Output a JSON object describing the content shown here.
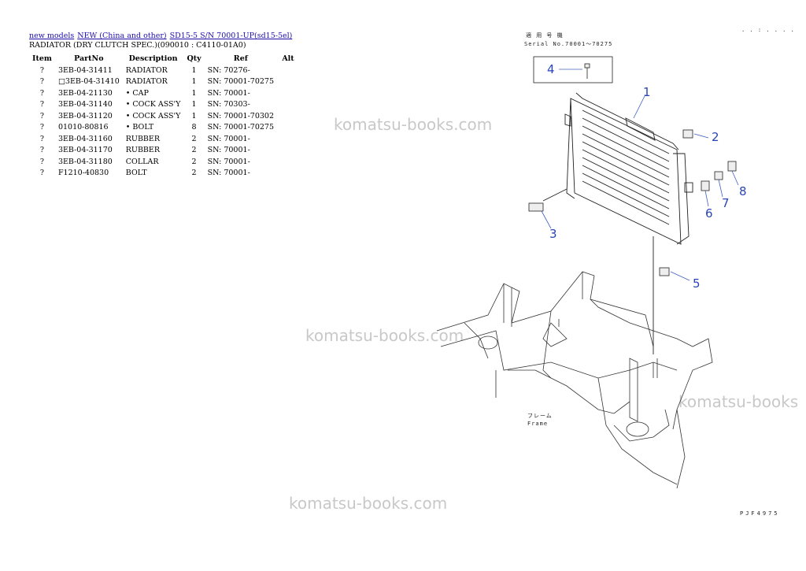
{
  "breadcrumb": [
    {
      "label": "new models"
    },
    {
      "label": "NEW (China and other)"
    },
    {
      "label": "SD15-5 S/N 70001-UP(sd15-5el)"
    }
  ],
  "title": "RADIATOR (DRY CLUTCH SPEC.)(090010 : C4110-01A0)",
  "table": {
    "headers": [
      "Item",
      "PartNo",
      "Description",
      "Qty",
      "Ref",
      "Alt"
    ],
    "rows": [
      {
        "item": "?",
        "part": "3EB-04-31411",
        "desc": "RADIATOR",
        "qty": "1",
        "ref": "SN: 70276-",
        "alt": ""
      },
      {
        "item": "?",
        "part": "□3EB-04-31410",
        "desc": "RADIATOR",
        "qty": "1",
        "ref": "SN: 70001-70275",
        "alt": ""
      },
      {
        "item": "?",
        "part": "3EB-04-21130",
        "desc": "• CAP",
        "qty": "1",
        "ref": "SN: 70001-",
        "alt": ""
      },
      {
        "item": "?",
        "part": "3EB-04-31140",
        "desc": "• COCK ASS'Y",
        "qty": "1",
        "ref": "SN: 70303-",
        "alt": ""
      },
      {
        "item": "?",
        "part": "3EB-04-31120",
        "desc": "• COCK ASS'Y",
        "qty": "1",
        "ref": "SN: 70001-70302",
        "alt": ""
      },
      {
        "item": "?",
        "part": "01010-80816",
        "desc": "• BOLT",
        "qty": "8",
        "ref": "SN: 70001-70275",
        "alt": ""
      },
      {
        "item": "?",
        "part": "3EB-04-31160",
        "desc": "RUBBER",
        "qty": "2",
        "ref": "SN: 70001-",
        "alt": ""
      },
      {
        "item": "?",
        "part": "3EB-04-31170",
        "desc": "RUBBER",
        "qty": "2",
        "ref": "SN: 70001-",
        "alt": ""
      },
      {
        "item": "?",
        "part": "3EB-04-31180",
        "desc": "COLLAR",
        "qty": "2",
        "ref": "SN: 70001-",
        "alt": ""
      },
      {
        "item": "?",
        "part": "F1210-40830",
        "desc": "BOLT",
        "qty": "2",
        "ref": "SN: 70001-",
        "alt": ""
      }
    ]
  },
  "watermarks": [
    "komatsu-books.com",
    "komatsu-books.com",
    "komatsu-books",
    "komatsu-books.com"
  ],
  "diagram": {
    "serial_jp": "適 用 号 機",
    "serial": "Serial No.70001～70275",
    "frame_jp": "フレーム",
    "frame": "Frame",
    "code": "PJF4975",
    "top_right": ". . : . . . .",
    "callouts": [
      "1",
      "2",
      "3",
      "4",
      "5",
      "6",
      "7",
      "8"
    ]
  }
}
